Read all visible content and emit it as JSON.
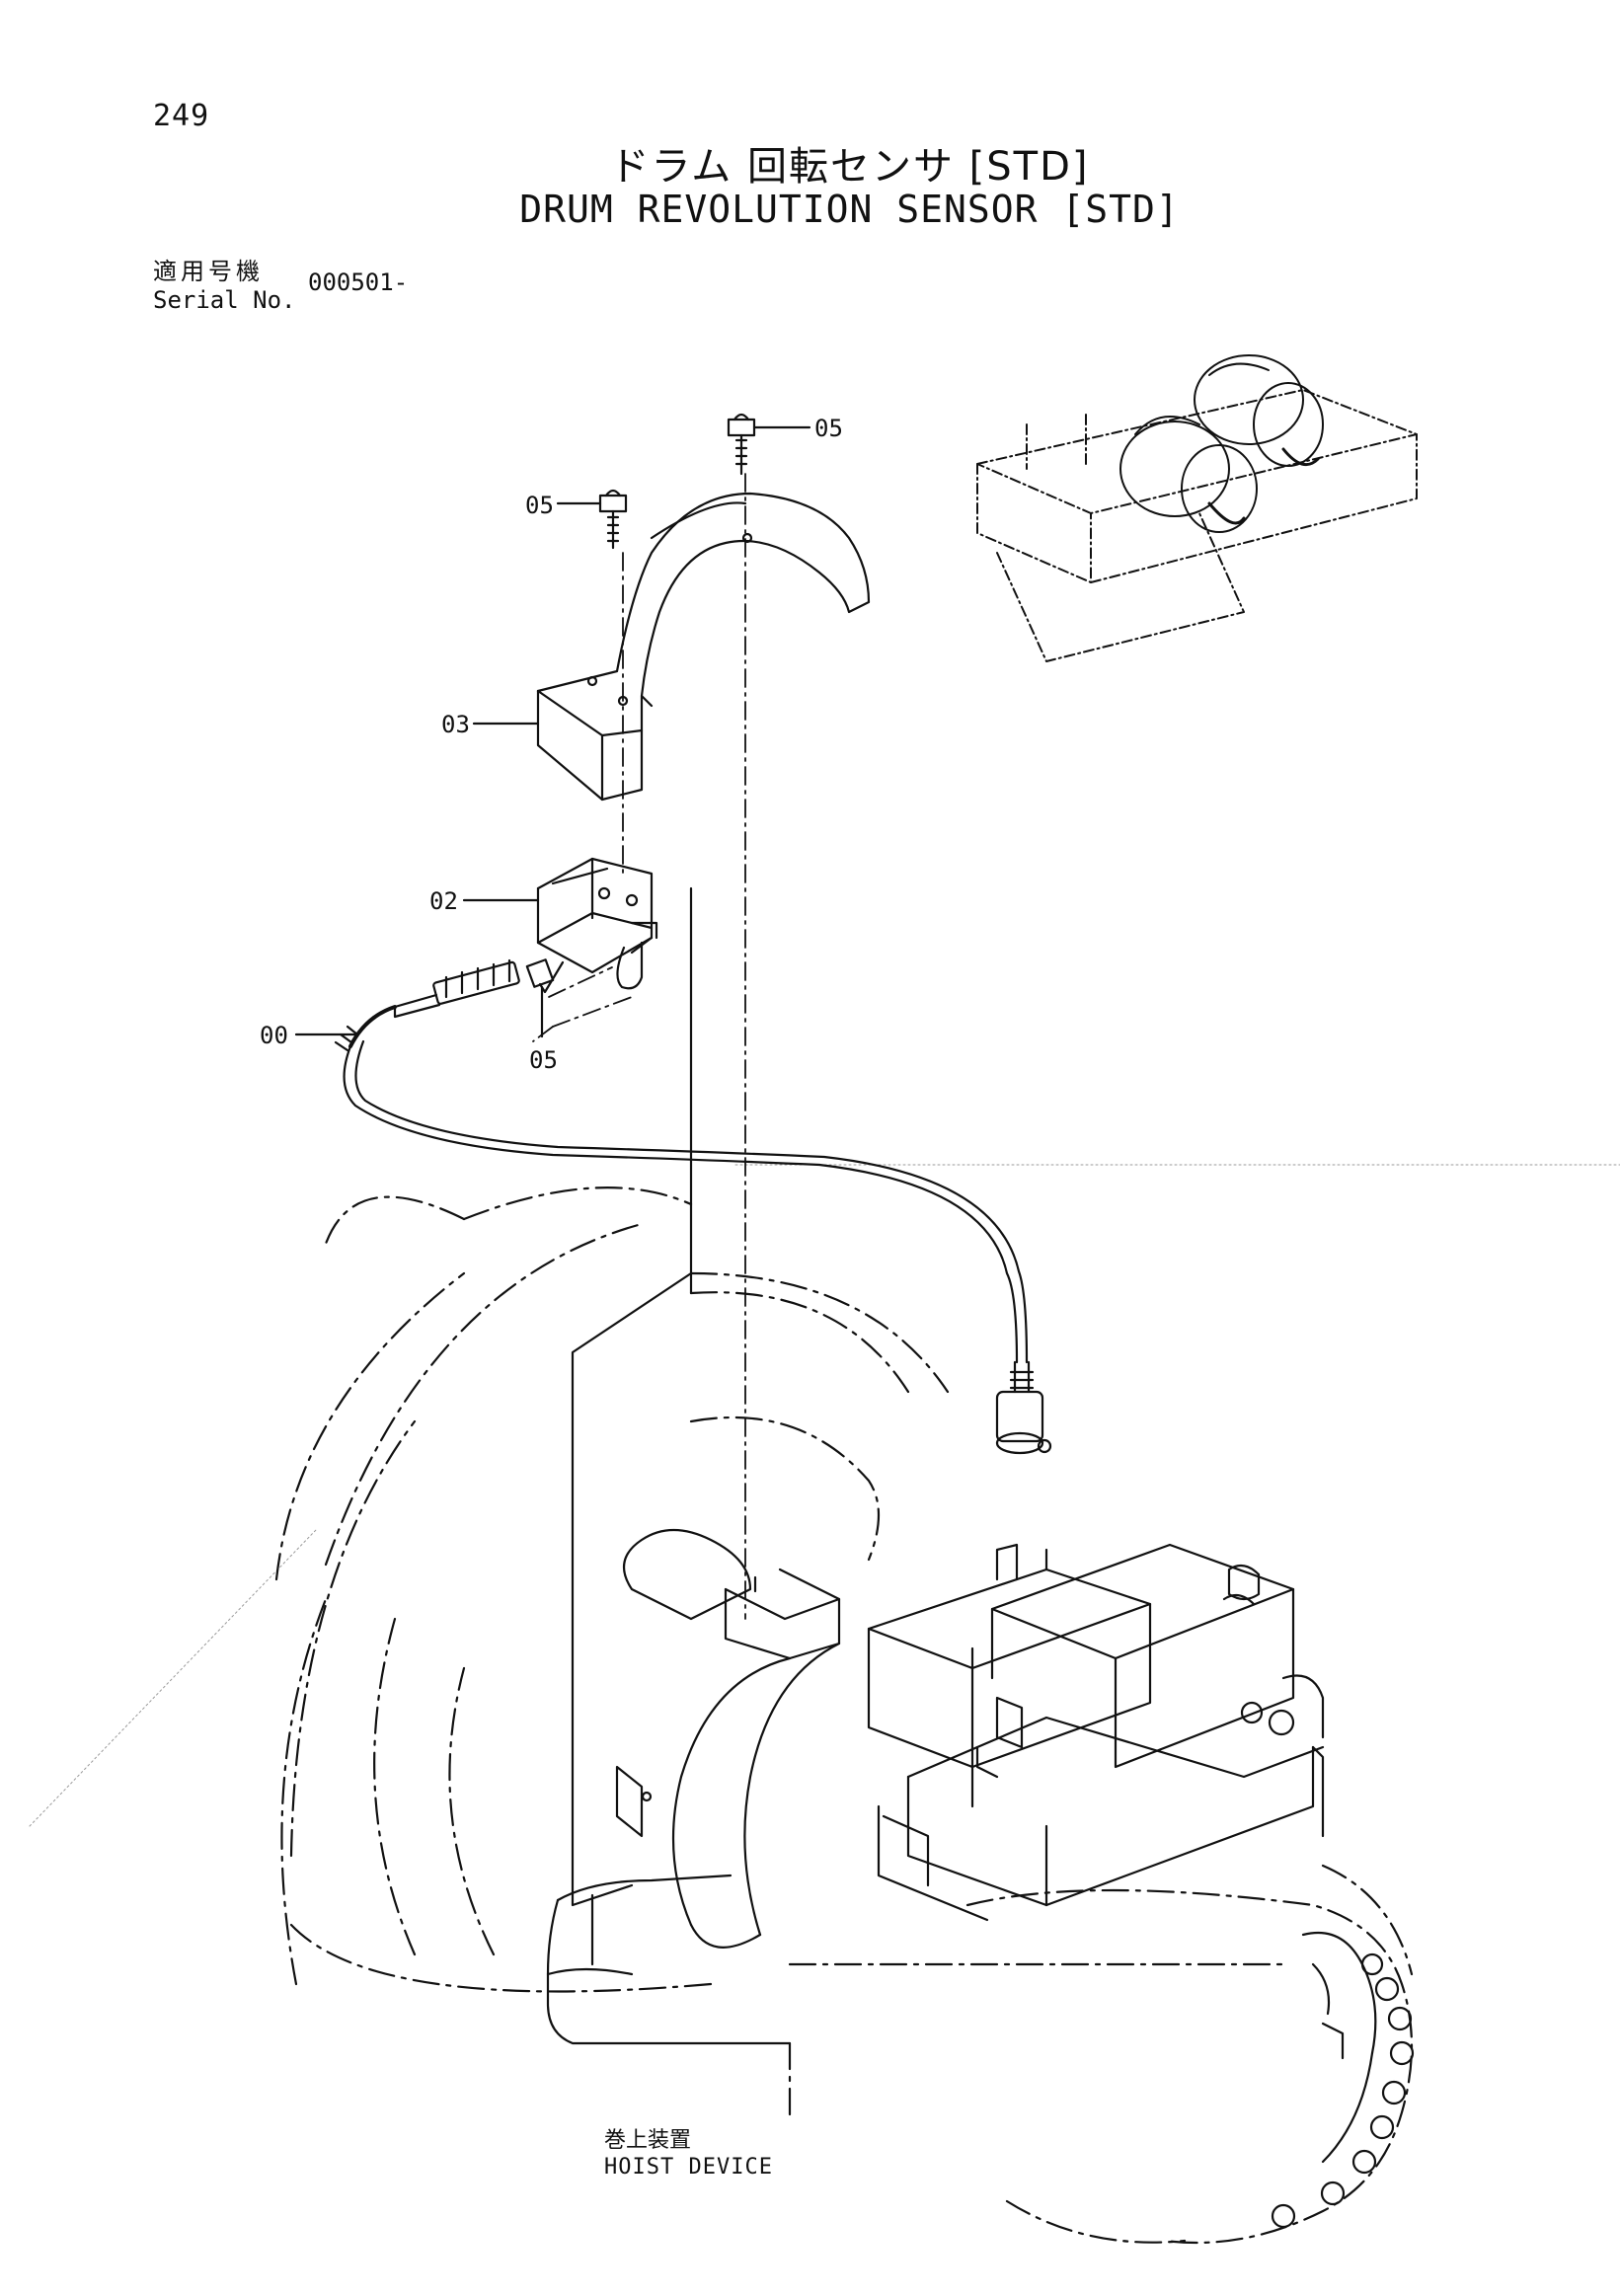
{
  "page": {
    "number": "249"
  },
  "title": {
    "ja": "ドラム 回転センサ [STD]",
    "en": "DRUM REVOLUTION SENSOR [STD]"
  },
  "serial": {
    "label_ja": "適用号機",
    "label_en": "Serial No.",
    "value": "000501-"
  },
  "callouts": {
    "c05_top": "05",
    "c05_left": "05",
    "c03": "03",
    "c02": "02",
    "c05_bolt": "05",
    "c00": "00"
  },
  "caption": {
    "ja": "巻上装置",
    "en": "HOIST DEVICE"
  }
}
